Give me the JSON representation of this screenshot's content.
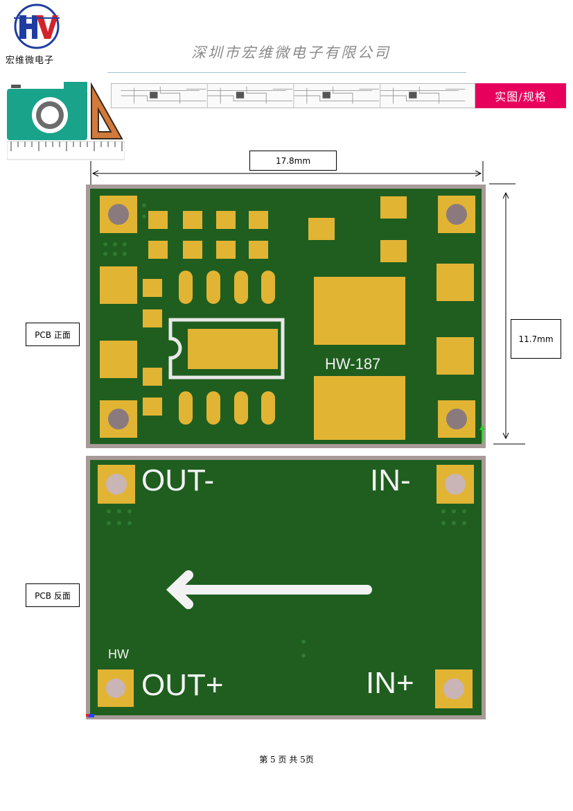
{
  "header": {
    "logo_letters": "HV",
    "logo_text": "宏维微电子",
    "company_name": "深圳市宏维微电子有限公司",
    "section_tab": "实图/规格"
  },
  "icons": {
    "header_icon": "camera-ruler-icon"
  },
  "dimensions": {
    "width": "17.8mm",
    "height": "11.7mm"
  },
  "views": {
    "front_label": "PCB 正面",
    "back_label": "PCB 反面"
  },
  "pcb_front": {
    "silkscreen": "HW-187"
  },
  "pcb_back": {
    "out_minus": "OUT-",
    "in_minus": "IN-",
    "out_plus": "OUT+",
    "in_plus": "IN+",
    "mark": "HW"
  },
  "colors": {
    "pcb_green": "#1f5e1f",
    "pad_gold": "#e2b434",
    "board_edge": "#a89a98",
    "tab_magenta": "#e8005d",
    "logo_blue": "#1f3da0",
    "logo_red": "#d2232a"
  },
  "footer": {
    "page_text": "第 5 页 共 5页"
  }
}
